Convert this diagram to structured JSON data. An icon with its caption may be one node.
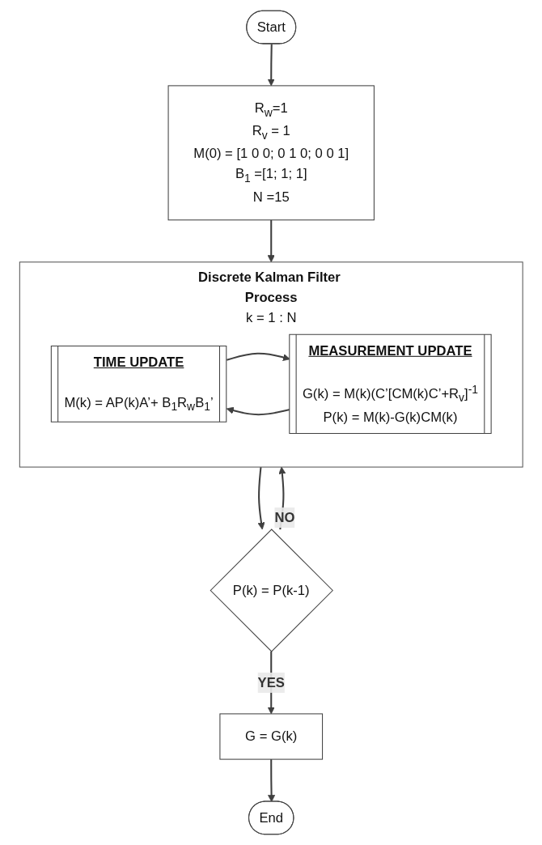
{
  "diagram": {
    "nodes": [
      {
        "text": [
          "Start"
        ]
      },
      {
        "text": [
          "R$_{w}$=1",
          "R$_{v}$ = 1",
          "M(0) = [1 0 0; 0 1 0; 0 0 1]",
          "B$_{1}$ =[1; 1; 1]",
          "N =15"
        ]
      },
      {
        "text": [
          "Discrete Kalman Filter Process",
          "k = 1 : N"
        ]
      },
      {
        "text": [
          "TIME UPDATE",
          "M(k) = AP(k)A’+ B$_{1}$R$_{w}$B$_{1}$’"
        ],
        "in": 2
      },
      {
        "text": [
          "MEASUREMENT UPDATE",
          "G(k) = M(k)(C’[CM(k)C’+R$_{v}$]$^{-1}$",
          "P(k) = M(k)-G(k)CM(k)"
        ],
        "in": 2
      },
      {
        "text": [
          "P(k) = P(k-1)"
        ]
      },
      {
        "text": [
          "G = G(k)"
        ]
      },
      {
        "text": [
          "End"
        ]
      }
    ],
    "edges": [
      {
        "from": 0,
        "to": 1,
        "arrow": "to"
      },
      {
        "from": 1,
        "to": 2,
        "arrow": "to"
      },
      {
        "from": 3,
        "to": 4,
        "arrow": "to"
      },
      {
        "from": 4,
        "to": 3,
        "arrow": "to"
      },
      {
        "from": 2,
        "to": 5,
        "arrow": "to"
      },
      {
        "from": 5,
        "to": 2,
        "label": "NO",
        "arrow": "to"
      },
      {
        "from": 5,
        "to": 6,
        "label": "YES",
        "arrow": "to"
      },
      {
        "from": 6,
        "to": 7,
        "arrow": "to"
      }
    ]
  }
}
